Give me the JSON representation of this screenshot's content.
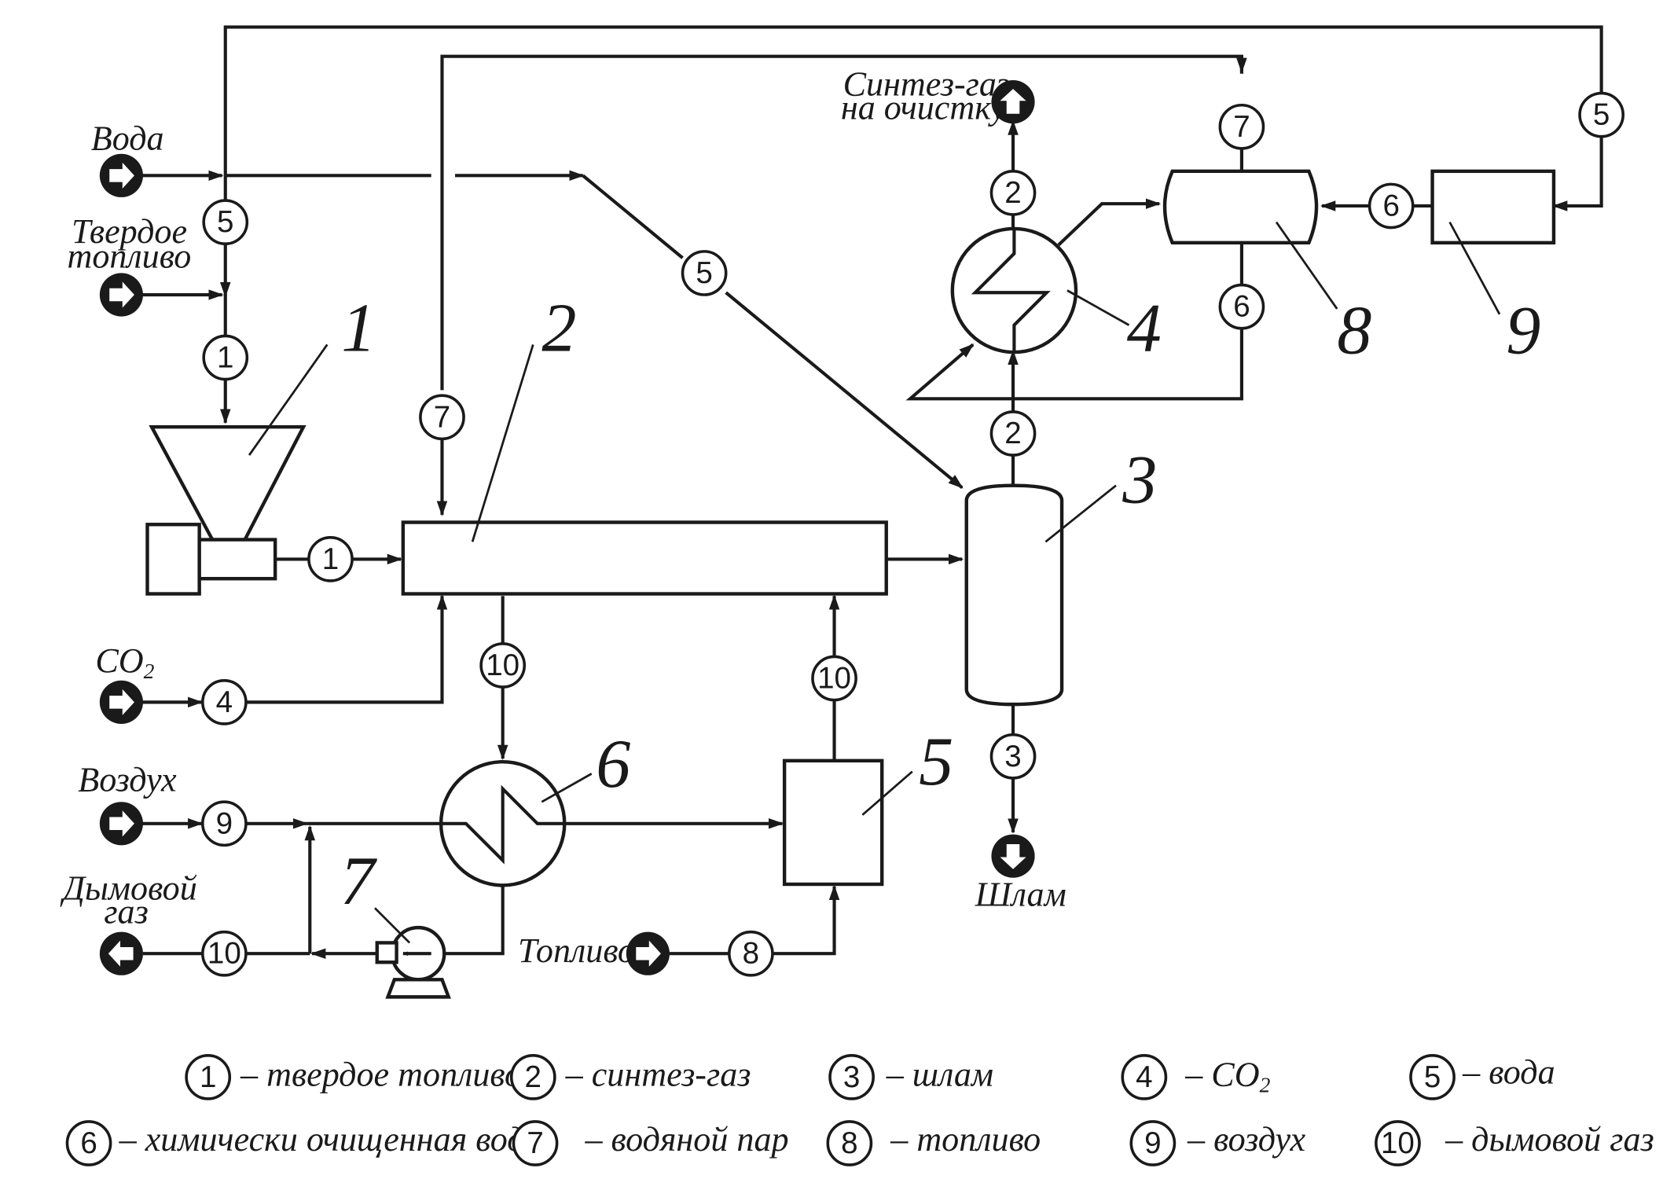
{
  "inputs": {
    "water": "Вода",
    "solid_fuel_1": "Твердое",
    "solid_fuel_2": "топливо",
    "co2": "CO",
    "co2_sub": "2",
    "air": "Воздух",
    "flue_gas_1": "Дымовой",
    "flue_gas_2": "газ",
    "fuel": "Топливо"
  },
  "outputs": {
    "syngas_1": "Синтез-газ",
    "syngas_2": "на очистку",
    "sludge": "Шлам"
  },
  "units": {
    "u1": "1",
    "u2": "2",
    "u3": "3",
    "u4": "4",
    "u5": "5",
    "u6": "6",
    "u7": "7",
    "u8": "8",
    "u9": "9"
  },
  "streams": {
    "s1": "1",
    "s2": "2",
    "s3": "3",
    "s4": "4",
    "s5": "5",
    "s6": "6",
    "s7": "7",
    "s8": "8",
    "s9": "9",
    "s10": "10"
  },
  "legend": [
    {
      "num": "1",
      "text": "– твердое топливо"
    },
    {
      "num": "2",
      "text": "– синтез-газ"
    },
    {
      "num": "3",
      "text": "– шлам"
    },
    {
      "num": "4",
      "text": "– CO",
      "sub": "2"
    },
    {
      "num": "5",
      "text": "– вода"
    },
    {
      "num": "6",
      "text": "– химически очищенная вода"
    },
    {
      "num": "7",
      "text": "– водяной пар"
    },
    {
      "num": "8",
      "text": "– топливо"
    },
    {
      "num": "9",
      "text": "– воздух"
    },
    {
      "num": "10",
      "text": "– дымовой газ"
    }
  ],
  "colors": {
    "line": "#1a1a1a",
    "background": "#ffffff"
  },
  "icons": {
    "input_terminal": "arrow-right-in-black-circle",
    "output_up_terminal": "arrow-up-in-black-circle",
    "output_down_terminal": "arrow-down-in-black-circle",
    "output_left_terminal": "arrow-left-in-black-circle"
  }
}
